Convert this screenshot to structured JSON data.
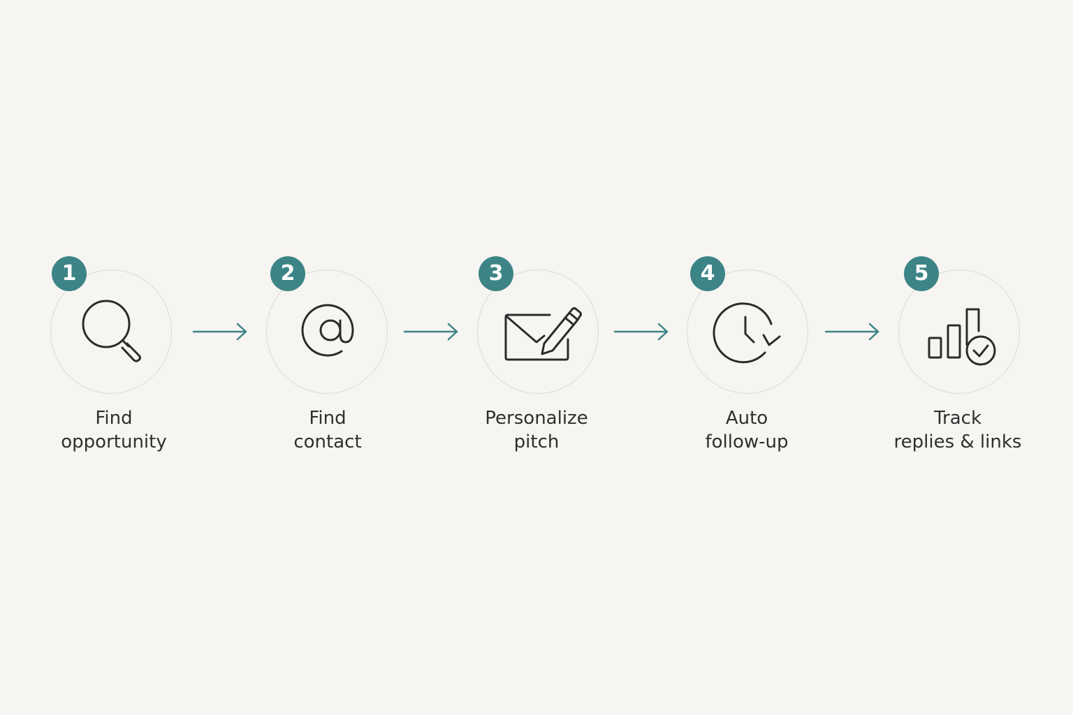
{
  "accent_color": "#3d8486",
  "steps": [
    {
      "number": "1",
      "icon": "search-icon",
      "label_line1": "Find",
      "label_line2": "opportunity"
    },
    {
      "number": "2",
      "icon": "at-sign-icon",
      "label_line1": "Find",
      "label_line2": "contact"
    },
    {
      "number": "3",
      "icon": "envelope-pencil-icon",
      "label_line1": "Personalize",
      "label_line2": "pitch"
    },
    {
      "number": "4",
      "icon": "clock-refresh-icon",
      "label_line1": "Auto",
      "label_line2": "follow-up"
    },
    {
      "number": "5",
      "icon": "bar-chart-check-icon",
      "label_line1": "Track",
      "label_line2": "replies & links"
    }
  ]
}
